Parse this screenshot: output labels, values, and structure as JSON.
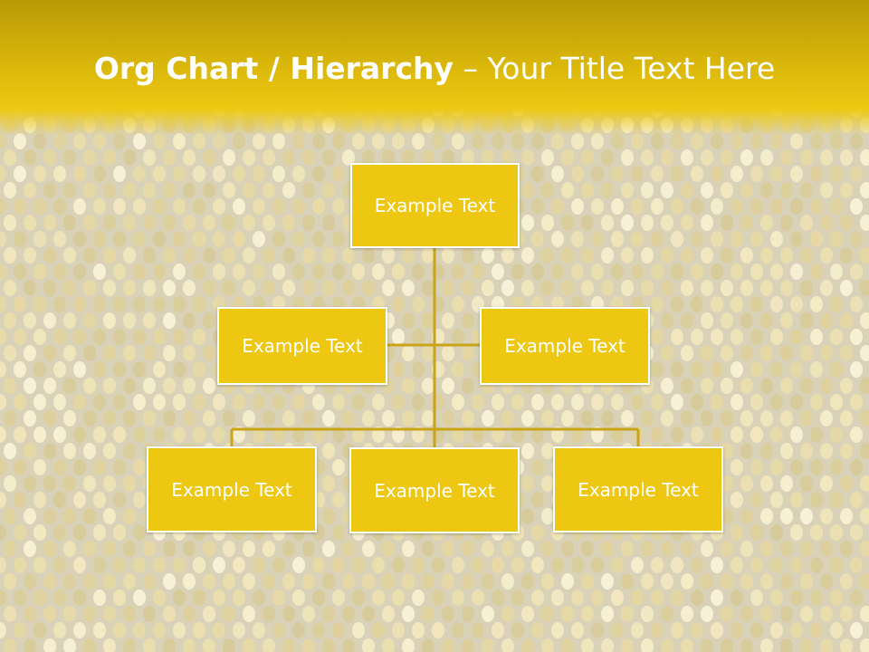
{
  "slide": {
    "title_bold": "Org Chart / Hierarchy",
    "title_dash": " – ",
    "title_rest": "Your Title Text Here"
  },
  "org_chart": {
    "root": {
      "label": "Example Text"
    },
    "assistants": [
      {
        "label": "Example Text"
      },
      {
        "label": "Example Text"
      }
    ],
    "children": [
      {
        "label": "Example Text"
      },
      {
        "label": "Example Text"
      },
      {
        "label": "Example Text"
      }
    ]
  },
  "colors": {
    "node_fill": "#eec712",
    "node_border": "#ffffff",
    "connector": "#c9a418",
    "title_band": "#d8b50a"
  }
}
